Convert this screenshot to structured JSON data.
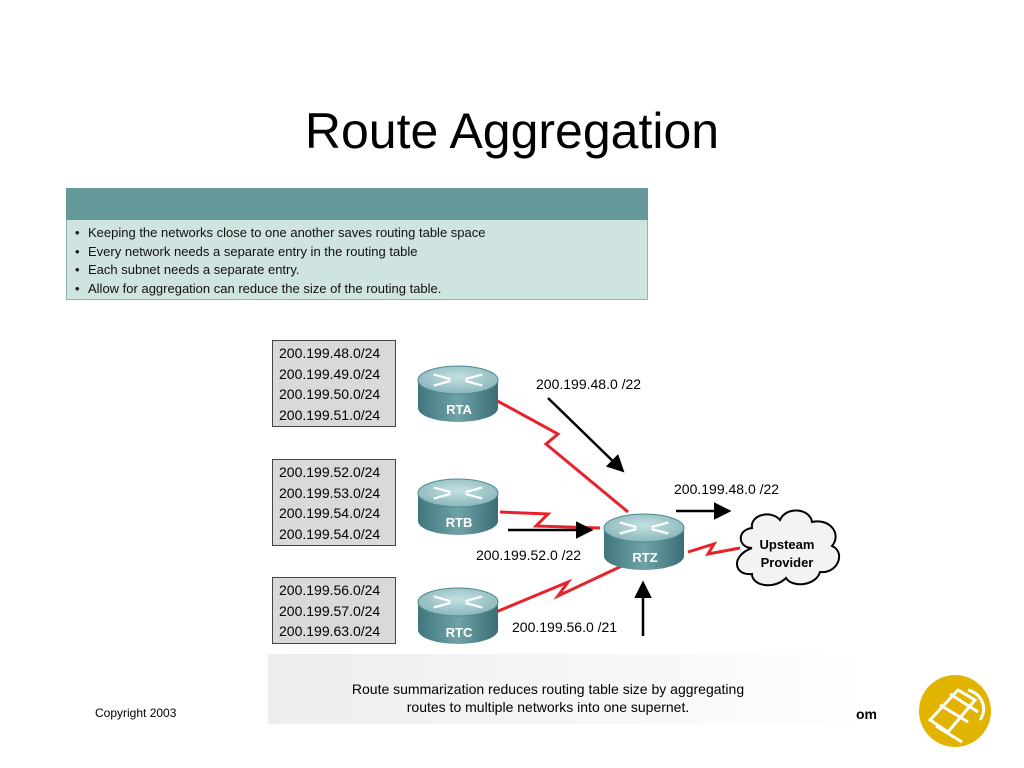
{
  "slide": {
    "title": "Route Aggregation",
    "bullets": [
      "Keeping the networks close to one another saves routing table space",
      "Every network needs a separate entry in the routing table",
      "Each subnet needs a separate entry.",
      "Allow for aggregation can reduce the size of the routing table."
    ],
    "caption_line1": "Route summarization reduces routing table size by aggregating",
    "caption_line2": "routes to multiple networks into one supernet.",
    "copyright": "Copyright 2003",
    "footer_fragment": "om"
  },
  "diagram": {
    "net_groups": [
      [
        "200.199.48.0/24",
        "200.199.49.0/24",
        "200.199.50.0/24",
        "200.199.51.0/24"
      ],
      [
        "200.199.52.0/24",
        "200.199.53.0/24",
        "200.199.54.0/24",
        "200.199.54.0/24"
      ],
      [
        "200.199.56.0/24",
        "200.199.57.0/24",
        "200.199.63.0/24"
      ]
    ],
    "routers": {
      "rta": "RTA",
      "rtb": "RTB",
      "rtc": "RTC",
      "rtz": "RTZ"
    },
    "summary_labels": {
      "rta_to_rtz": "200.199.48.0 /22",
      "rtb_to_rtz": "200.199.52.0 /22",
      "rtc_to_rtz": "200.199.56.0 /21",
      "rtz_to_isp": "200.199.48.0 /22"
    },
    "cloud_line1": "Upsteam",
    "cloud_line2": "Provider",
    "colors": {
      "link": "#e8222a",
      "router_top": "#9fc6c8",
      "router_body": "#4f8a90",
      "panel_header": "#669999",
      "panel_body": "#cfe3e0",
      "logo": "#e0b400"
    }
  }
}
